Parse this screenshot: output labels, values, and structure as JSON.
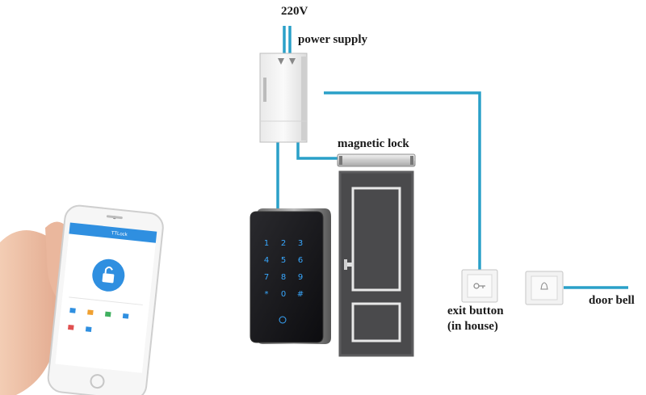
{
  "labels": {
    "voltage": "220V",
    "power_supply": "power supply",
    "magnetic_lock": "magnetic lock",
    "exit_button_line1": "exit button",
    "exit_button_line2": "(in house)",
    "door_bell": "door bell"
  },
  "phone": {
    "app_title": "TTLock"
  },
  "keypad": {
    "keys": [
      "1",
      "2",
      "3",
      "4",
      "5",
      "6",
      "7",
      "8",
      "9",
      "*",
      "0",
      "#"
    ]
  },
  "colors": {
    "wire": "#2aa0c8",
    "app_blue": "#2f8fe0"
  }
}
